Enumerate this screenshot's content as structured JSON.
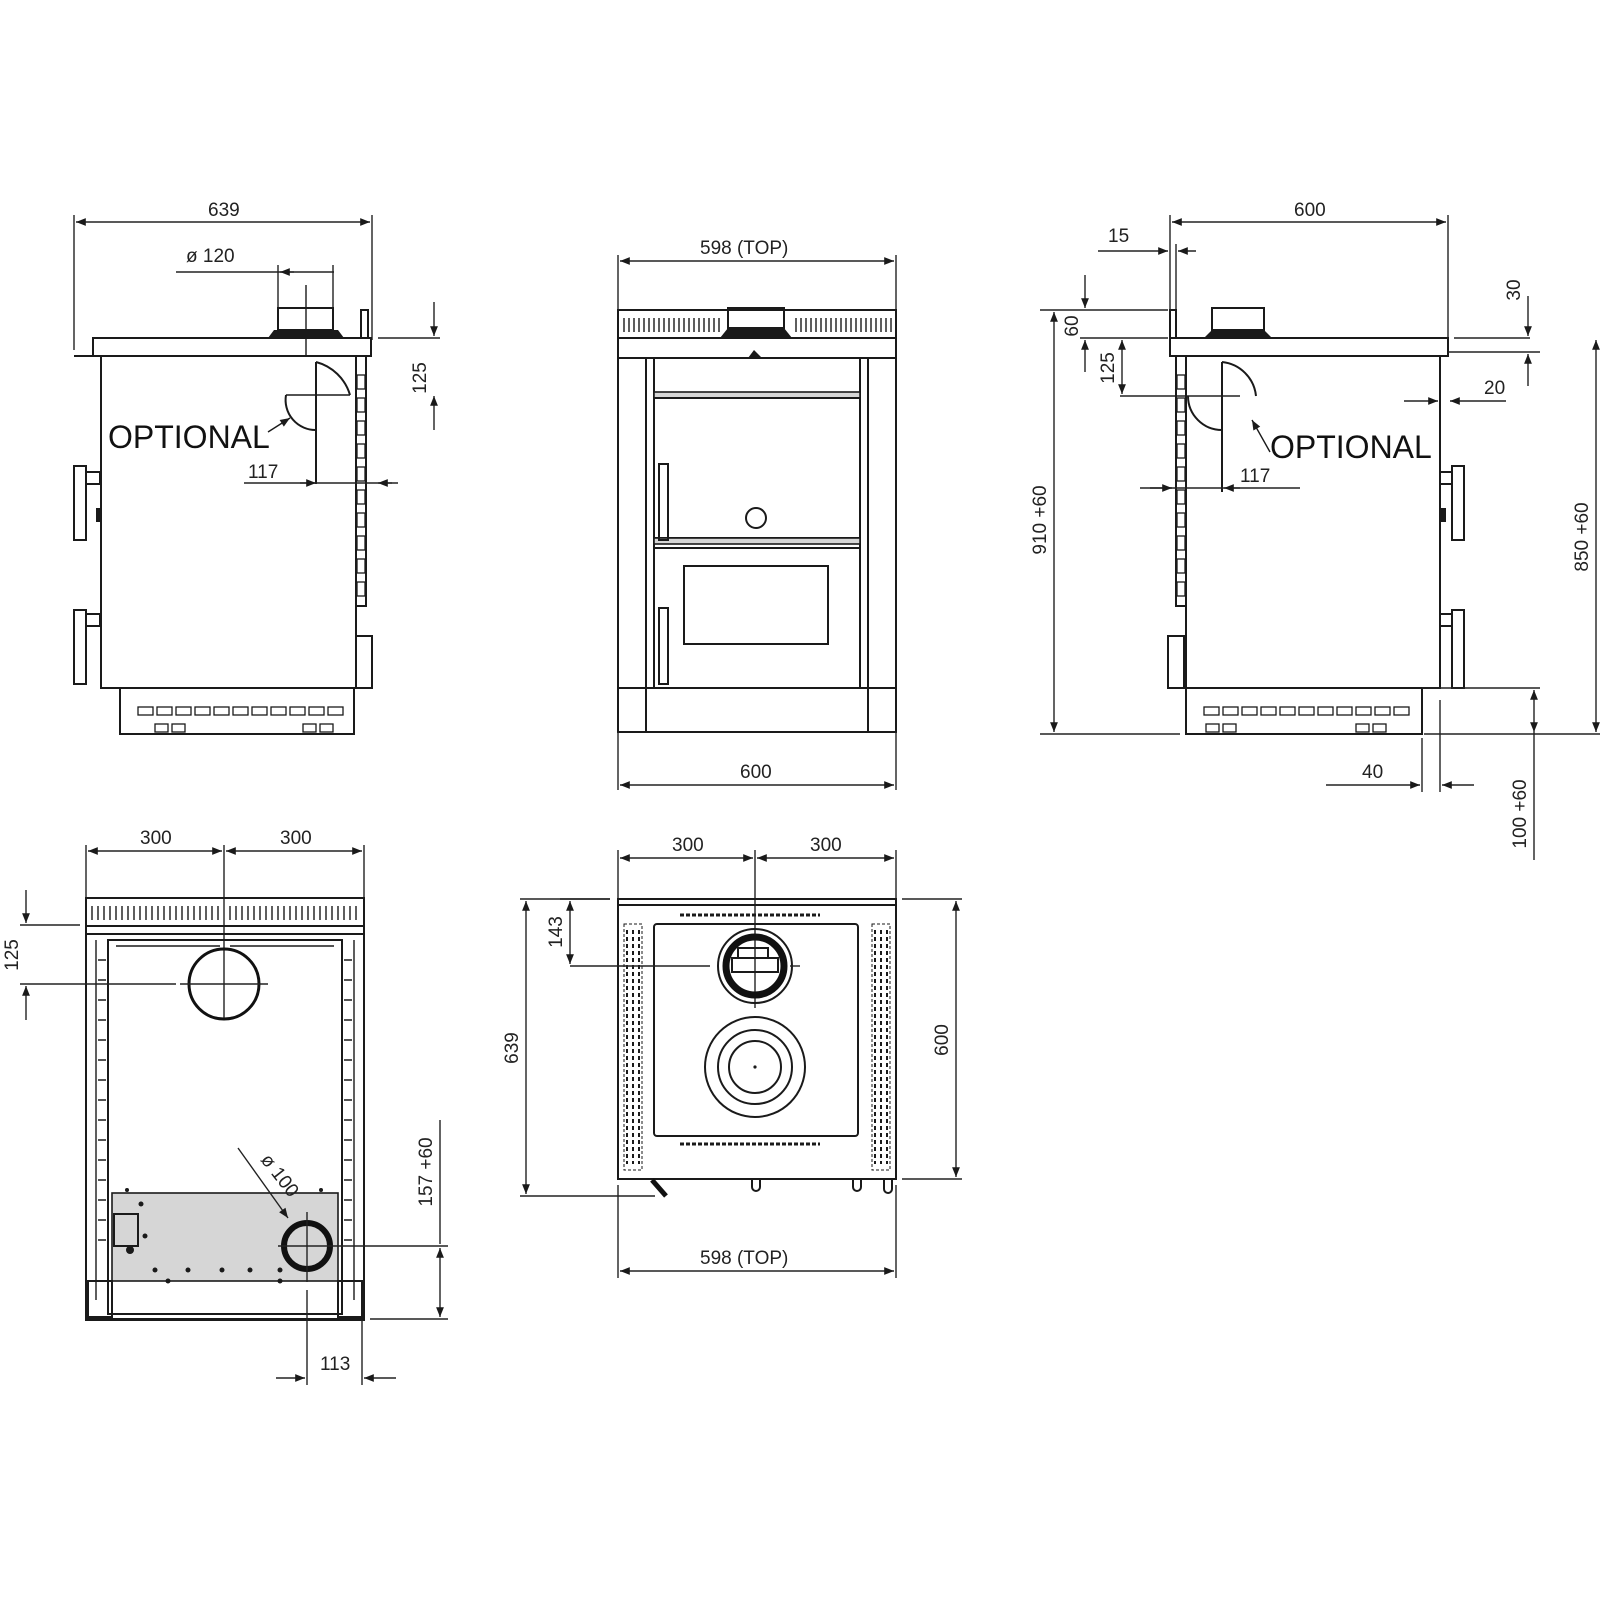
{
  "drawing": {
    "title": "Cooker technical drawing - dimensions (mm)",
    "views": {
      "left_side": {
        "overall_depth": "639",
        "flue_diameter": "ø 120",
        "flue_height_offset": "125",
        "optional_label": "OPTIONAL",
        "optional_offset": "117"
      },
      "front": {
        "top_width": "598  (TOP)",
        "base_width": "600"
      },
      "right_side": {
        "depth": "600",
        "rail_offset": "15",
        "rail_height": "60",
        "flue_offset": "125",
        "top_thickness": "30",
        "front_overhang": "20",
        "optional_label": "OPTIONAL",
        "optional_offset": "117",
        "total_height": "910  +60",
        "worktop_height": "850  +60",
        "plinth_height": "100  +60",
        "plinth_recess": "40"
      },
      "rear": {
        "half_width_left": "300",
        "half_width_right": "300",
        "flue_drop": "125",
        "rear_flue_diameter": "ø 100",
        "rear_flue_height": "157  +60",
        "rear_flue_side_offset": "113"
      },
      "top": {
        "half_width_left": "300",
        "half_width_right": "300",
        "flue_from_back": "143",
        "overall_depth": "639",
        "body_depth": "600",
        "top_width": "598  (TOP)"
      }
    }
  }
}
